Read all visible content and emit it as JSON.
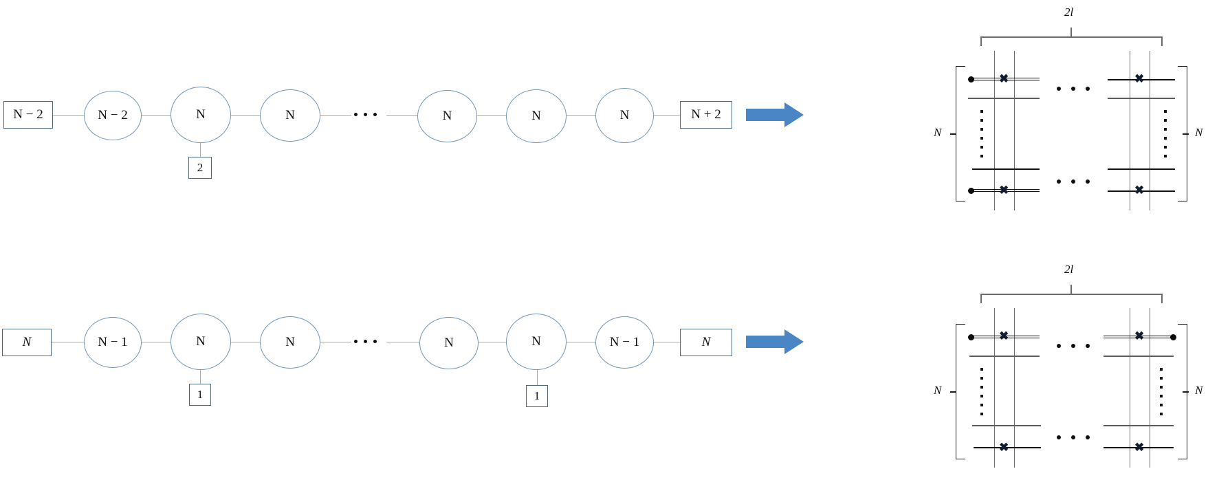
{
  "figure": {
    "title_text": "",
    "accent_color": "#4a86c5",
    "line_color": "#8fb0c8",
    "brane_color": "#5b5b5b",
    "ink_color": "#111111"
  },
  "rows": [
    {
      "id": "row-top",
      "quiver": {
        "left_flavor": {
          "label": "N − 2"
        },
        "gauge_nodes": [
          {
            "label": "N − 2"
          },
          {
            "label": "N"
          },
          {
            "label": "N"
          },
          {
            "label": "N"
          },
          {
            "label": "N"
          },
          {
            "label": "N"
          }
        ],
        "right_flavor": {
          "label": "N + 2"
        },
        "hanging_flavors": [
          {
            "label": "2",
            "attached_to_node_index": 1
          }
        ],
        "ellipsis": "· · ·"
      },
      "arrow": {
        "name": "maps-to-arrow"
      },
      "brane": {
        "top_label": "2l",
        "left_label": "N",
        "right_label": "N",
        "column_ellipsis": "· · ·",
        "row_ellipsis": "⋮",
        "cross_glyph": "✖",
        "left_endpoints": [
          "dot",
          "dot"
        ],
        "right_endpoints": [
          "none",
          "none"
        ]
      }
    },
    {
      "id": "row-bottom",
      "quiver": {
        "left_flavor": {
          "label": "N",
          "italic": true
        },
        "gauge_nodes": [
          {
            "label": "N − 1"
          },
          {
            "label": "N"
          },
          {
            "label": "N"
          },
          {
            "label": "N"
          },
          {
            "label": "N"
          },
          {
            "label": "N − 1"
          }
        ],
        "right_flavor": {
          "label": "N",
          "italic": true
        },
        "hanging_flavors": [
          {
            "label": "1",
            "attached_to_node_index": 1
          },
          {
            "label": "1",
            "attached_to_node_index": 4
          }
        ],
        "ellipsis": "· · ·"
      },
      "arrow": {
        "name": "maps-to-arrow"
      },
      "brane": {
        "top_label": "2l",
        "left_label": "N",
        "right_label": "N",
        "column_ellipsis": "· · ·",
        "row_ellipsis": "⋮",
        "cross_glyph": "✖",
        "left_endpoints": [
          "dot",
          "none"
        ],
        "right_endpoints": [
          "dot",
          "none"
        ]
      }
    }
  ]
}
